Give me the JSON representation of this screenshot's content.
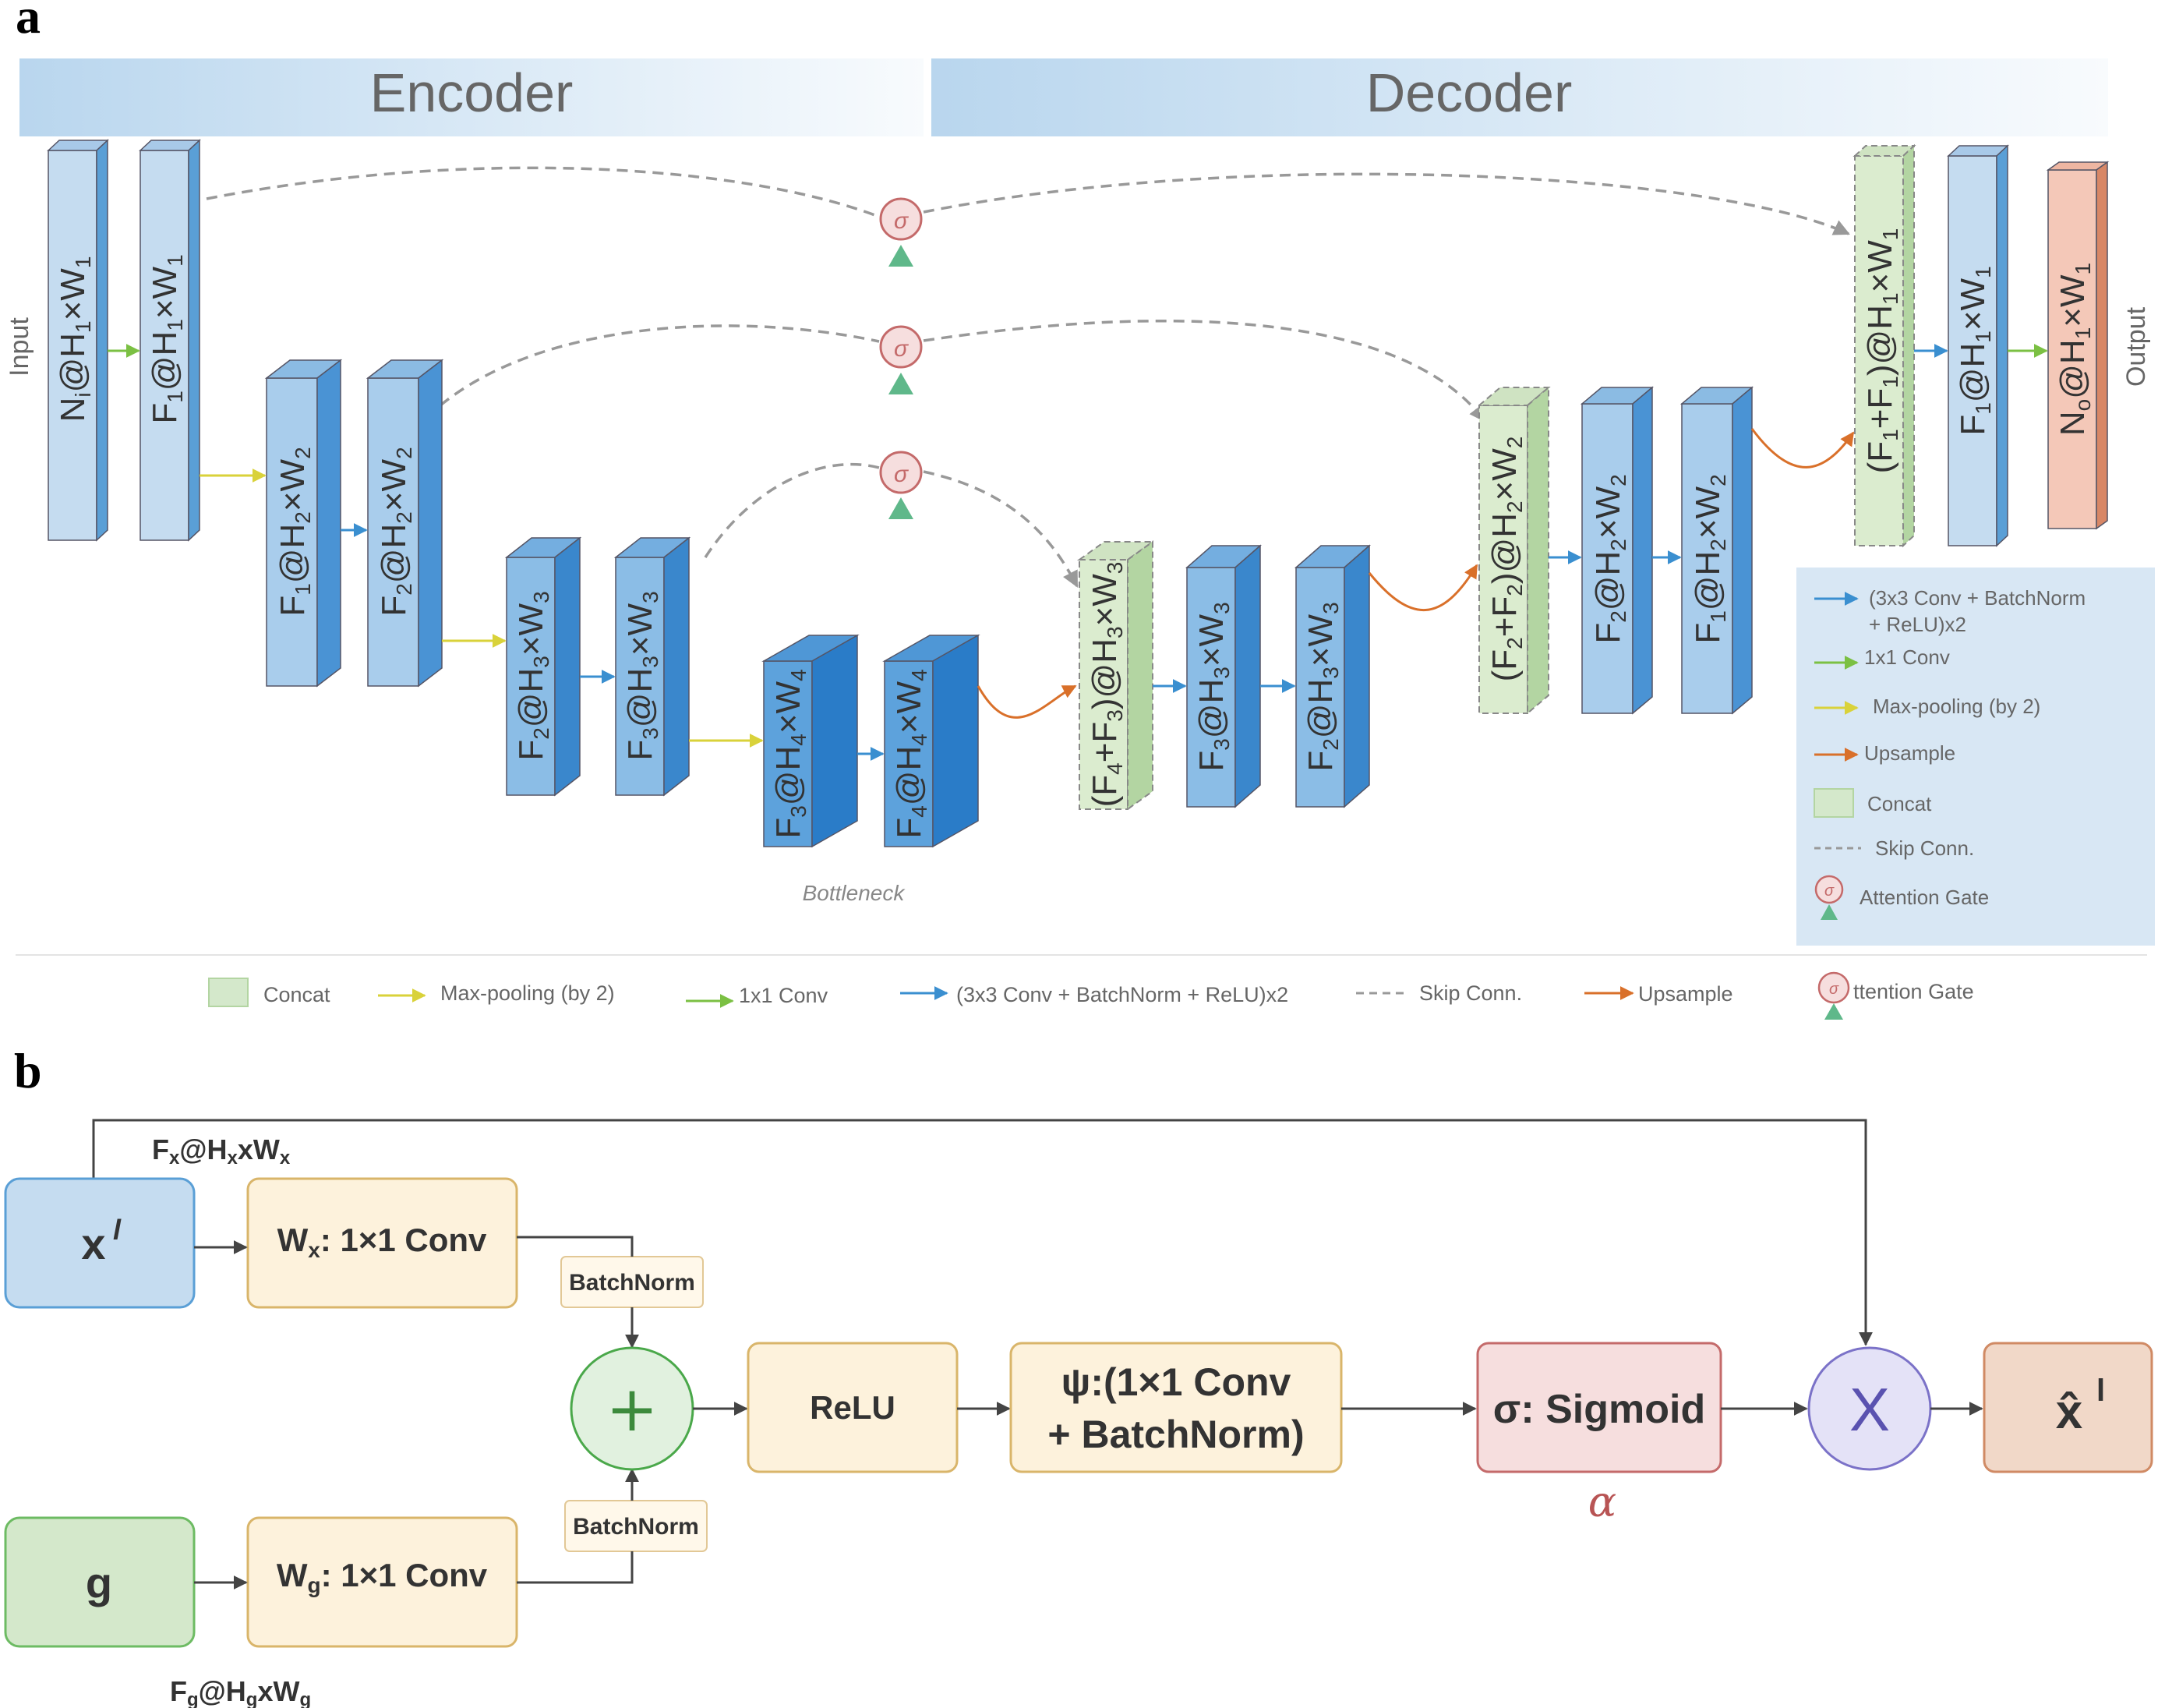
{
  "panel_a": {
    "letter": "a",
    "encoder_title": "Encoder",
    "decoder_title": "Decoder",
    "input_label": "Input",
    "output_label": "Output",
    "bottleneck_label": "Bottleneck",
    "sigma_symbol": "σ",
    "legend_box": {
      "conv_l1": "(3x3 Conv + BatchNorm",
      "conv_l2": "+ ReLU)x2",
      "conv1x1": "1x1 Conv",
      "maxpool": "Max-pooling (by 2)",
      "upsample": "Upsample",
      "concat": "Concat",
      "skip": "Skip Conn.",
      "attention": "Attention Gate"
    },
    "legend_bar": {
      "concat": "Concat",
      "maxpool": "Max-pooling (by 2)",
      "conv1x1": "1x1 Conv",
      "conv": "(3x3 Conv + BatchNorm + ReLU)x2",
      "skip": "Skip Conn.",
      "upsample": "Upsample",
      "attention": "ttention Gate"
    },
    "colors": {
      "block_light": "#c5dcf0",
      "block_mid": "#7fb2e0",
      "block_deep": "#4a93d4",
      "concat_green": "#d4e8cb",
      "output_pink": "#f4c8b8",
      "arrow_blue": "#3a8fd0",
      "arrow_green": "#7bc043",
      "arrow_yellow": "#d9d23a",
      "arrow_orange": "#d9702a",
      "skip_gray": "#999999",
      "gate_red": "#c46a6a",
      "gate_triangle": "#5fb88a"
    }
  },
  "panel_b": {
    "letter": "b",
    "x_in": "x",
    "x_in_sup": "l",
    "x_shape": "Fₓ@HₓxWₓ",
    "g_in": "g",
    "g_shape": "Fg@HgxWg",
    "wx": "Wx: 1×1 Conv",
    "wg": "Wg: 1×1 Conv",
    "batchnorm_top": "BatchNorm",
    "batchnorm_bottom": "BatchNorm",
    "plus": "+",
    "relu": "ReLU",
    "psi_l1": "ψ:(1×1 Conv",
    "psi_l2": "+ BatchNorm)",
    "sigmoid": "σ: Sigmoid",
    "alpha": "α",
    "multiply": "X",
    "x_out": "x̂",
    "x_out_sup": "l"
  }
}
